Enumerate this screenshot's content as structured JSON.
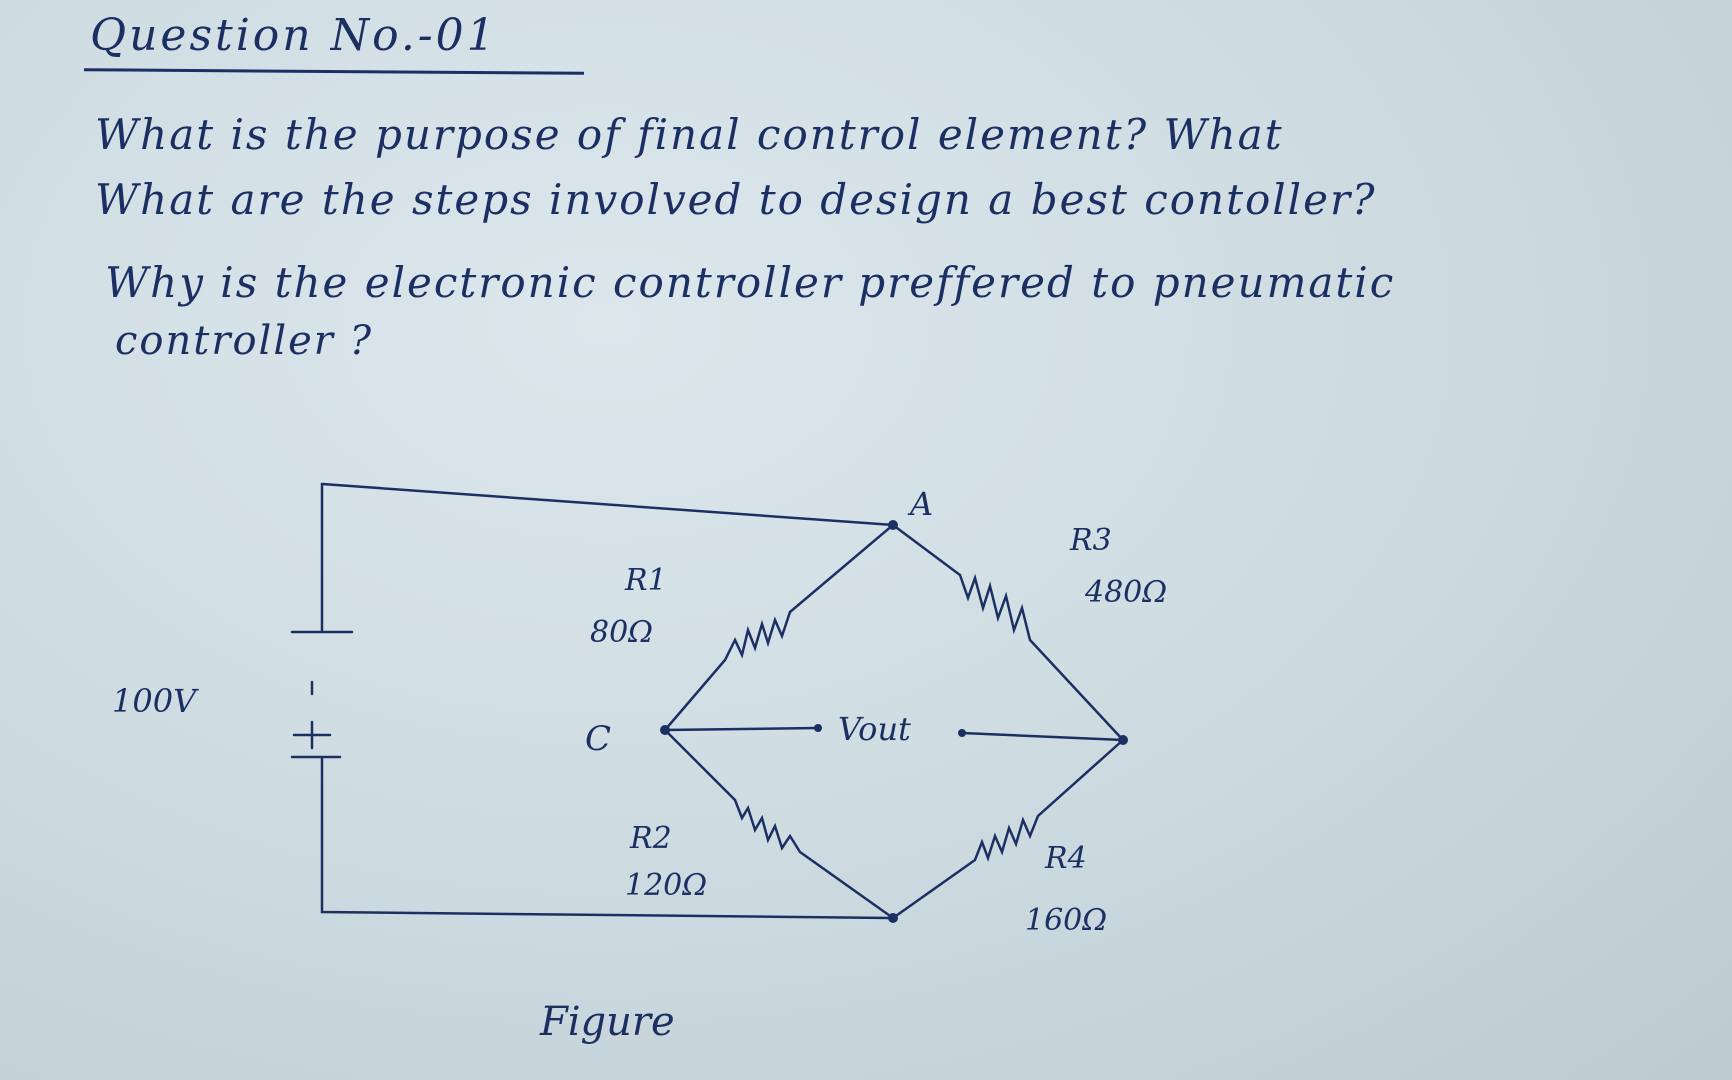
{
  "question": {
    "title": "Question No.-01",
    "lines": [
      "What is the purpose of final control element? What",
      "What are the steps involved to design a best contoller?",
      "Why is the electronic controller preffered to pneumatic",
      "controller ?"
    ]
  },
  "figure": {
    "caption": "Figure",
    "source_voltage": "100V",
    "node_a": "A",
    "node_c": "C",
    "output": "Vout",
    "resistors": [
      {
        "name": "R1",
        "value": "80Ω"
      },
      {
        "name": "R2",
        "value": "120Ω"
      },
      {
        "name": "R3",
        "value": "480Ω"
      },
      {
        "name": "R4",
        "value": "160Ω"
      }
    ]
  },
  "colors": {
    "ink": "#1c2f63",
    "paper": "#cfdde3"
  }
}
